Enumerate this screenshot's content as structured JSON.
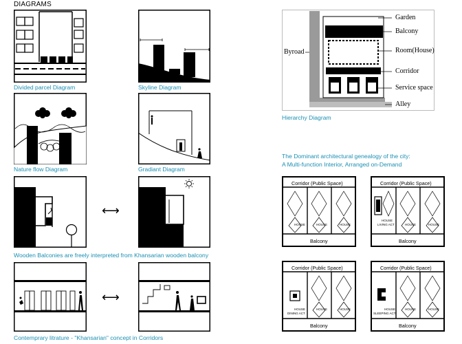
{
  "page": {
    "title": "DIAGRAMS"
  },
  "captions": {
    "divided_parcel": "Divided parcel Diagram",
    "skyline": "Skyline Diagram",
    "nature_flow": "Nature flow Diagram",
    "gradiant": "Gradiant Diagram",
    "wooden_balconies": "Wooden Balconies are freely interpreted from Khansarian wooden balcony",
    "contemporary": "Contemprary litrature - \"Khansarian\" concept in Corridors",
    "hierarchy": "Hierarchy Diagram",
    "genealogy_line1": "The Dominant architectural genealogy of the city:",
    "genealogy_line2": "A Multi-function Interior, Arranged on-Demand"
  },
  "symbols": {
    "double_arrow": "⟷"
  },
  "hierarchy_labels": {
    "garden": "Garden",
    "balcony": "Balcony",
    "room": "Room(House)",
    "corridor": "Corridor",
    "service": "Service space",
    "alley": "Alley",
    "byroad": "Byroad"
  },
  "plans": {
    "corridor": "Corridor (Public Space)",
    "balcony": "Balcony",
    "house": "HOUSE",
    "living": "LIVING ACT",
    "dining": "DINING ACT",
    "sleeping": "SLEEPING ACT"
  }
}
